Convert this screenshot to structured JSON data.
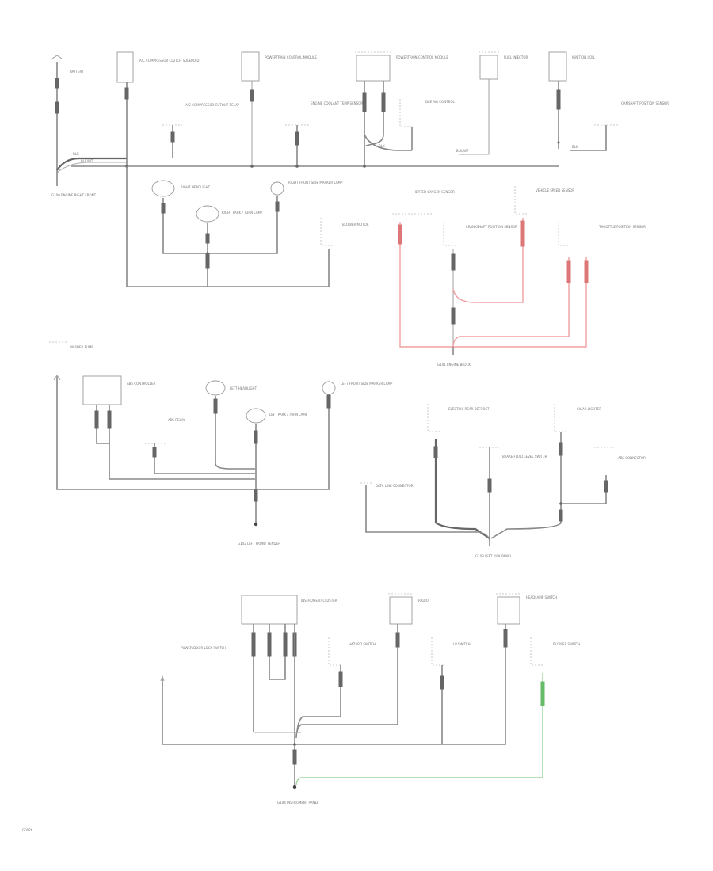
{
  "page_code": "G0026",
  "labels": {
    "battery": "BATTERY",
    "ac_compressor_clutch_solenoid": "A/C COMPRESSOR CLUTCH SOLENOID",
    "ac_compressor_cutout_relay": "A/C COMPRESSOR CUTOUT RELAY",
    "powertrain_control_module": "POWERTRAIN CONTROL MODULE",
    "engine_coolant_temp_sensor": "ENGINE COOLANT TEMP SENSOR",
    "idle_air_control": "IDLE AIR CONTROL",
    "fuel_injector": "FUEL INJECTOR",
    "ignition_coil": "IGNITION COIL",
    "camshaft_position_sensor": "CAMSHAFT POSITION SENSOR",
    "throttle_position_sensor": "THROTTLE POSITION SENSOR",
    "g100": "G100 ENGINE RIGHT FRONT",
    "right_headlight": "RIGHT HEADLIGHT",
    "right_parking_lamp": "RIGHT PARK / TURN LAMP",
    "right_side_marker": "RIGHT FRONT SIDE MARKER LAMP",
    "blower_motor": "BLOWER MOTOR",
    "heated_oxygen_sensor": "HEATED OXYGEN SENSOR",
    "crankshaft_position_sensor": "CRANKSHAFT POSITION SENSOR",
    "vehicle_speed_sensor": "VEHICLE SPEED SENSOR",
    "g101": "G101 ENGINE BLOCK",
    "washer_pump": "WASHER PUMP",
    "abs_controller": "ABS CONTROLLER",
    "left_headlight": "LEFT HEADLIGHT",
    "abs_relay": "ABS RELAY",
    "left_parking_lamp": "LEFT PARK / TURN LAMP",
    "left_side_marker": "LEFT FRONT SIDE MARKER LAMP",
    "g102": "G102 LEFT FRONT FENDER",
    "electric_rear_defrost": "ELECTRIC REAR DEFROST",
    "cigar_lighter": "CIGAR LIGHTER",
    "brake_fluid_level_switch": "BRAKE FLUID LEVEL SWITCH",
    "abs_connector": "ABS CONNECTOR",
    "data_link_connector": "DATA LINK CONNECTOR",
    "g103": "G103 LEFT KICK PANEL",
    "instrument_cluster": "INSTRUMENT CLUSTER",
    "radio": "RADIO",
    "power_door_lock_switch": "POWER DOOR LOCK SWITCH",
    "hazard_switch": "HAZARD SWITCH",
    "lp_switch": "LP SWITCH",
    "headlamp_switch": "HEADLAMP SWITCH",
    "blower_switch": "BLOWER SWITCH",
    "g104": "G104 INSTRUMENT PANEL",
    "blk": "BLK",
    "blkwt": "BLK/WT"
  }
}
